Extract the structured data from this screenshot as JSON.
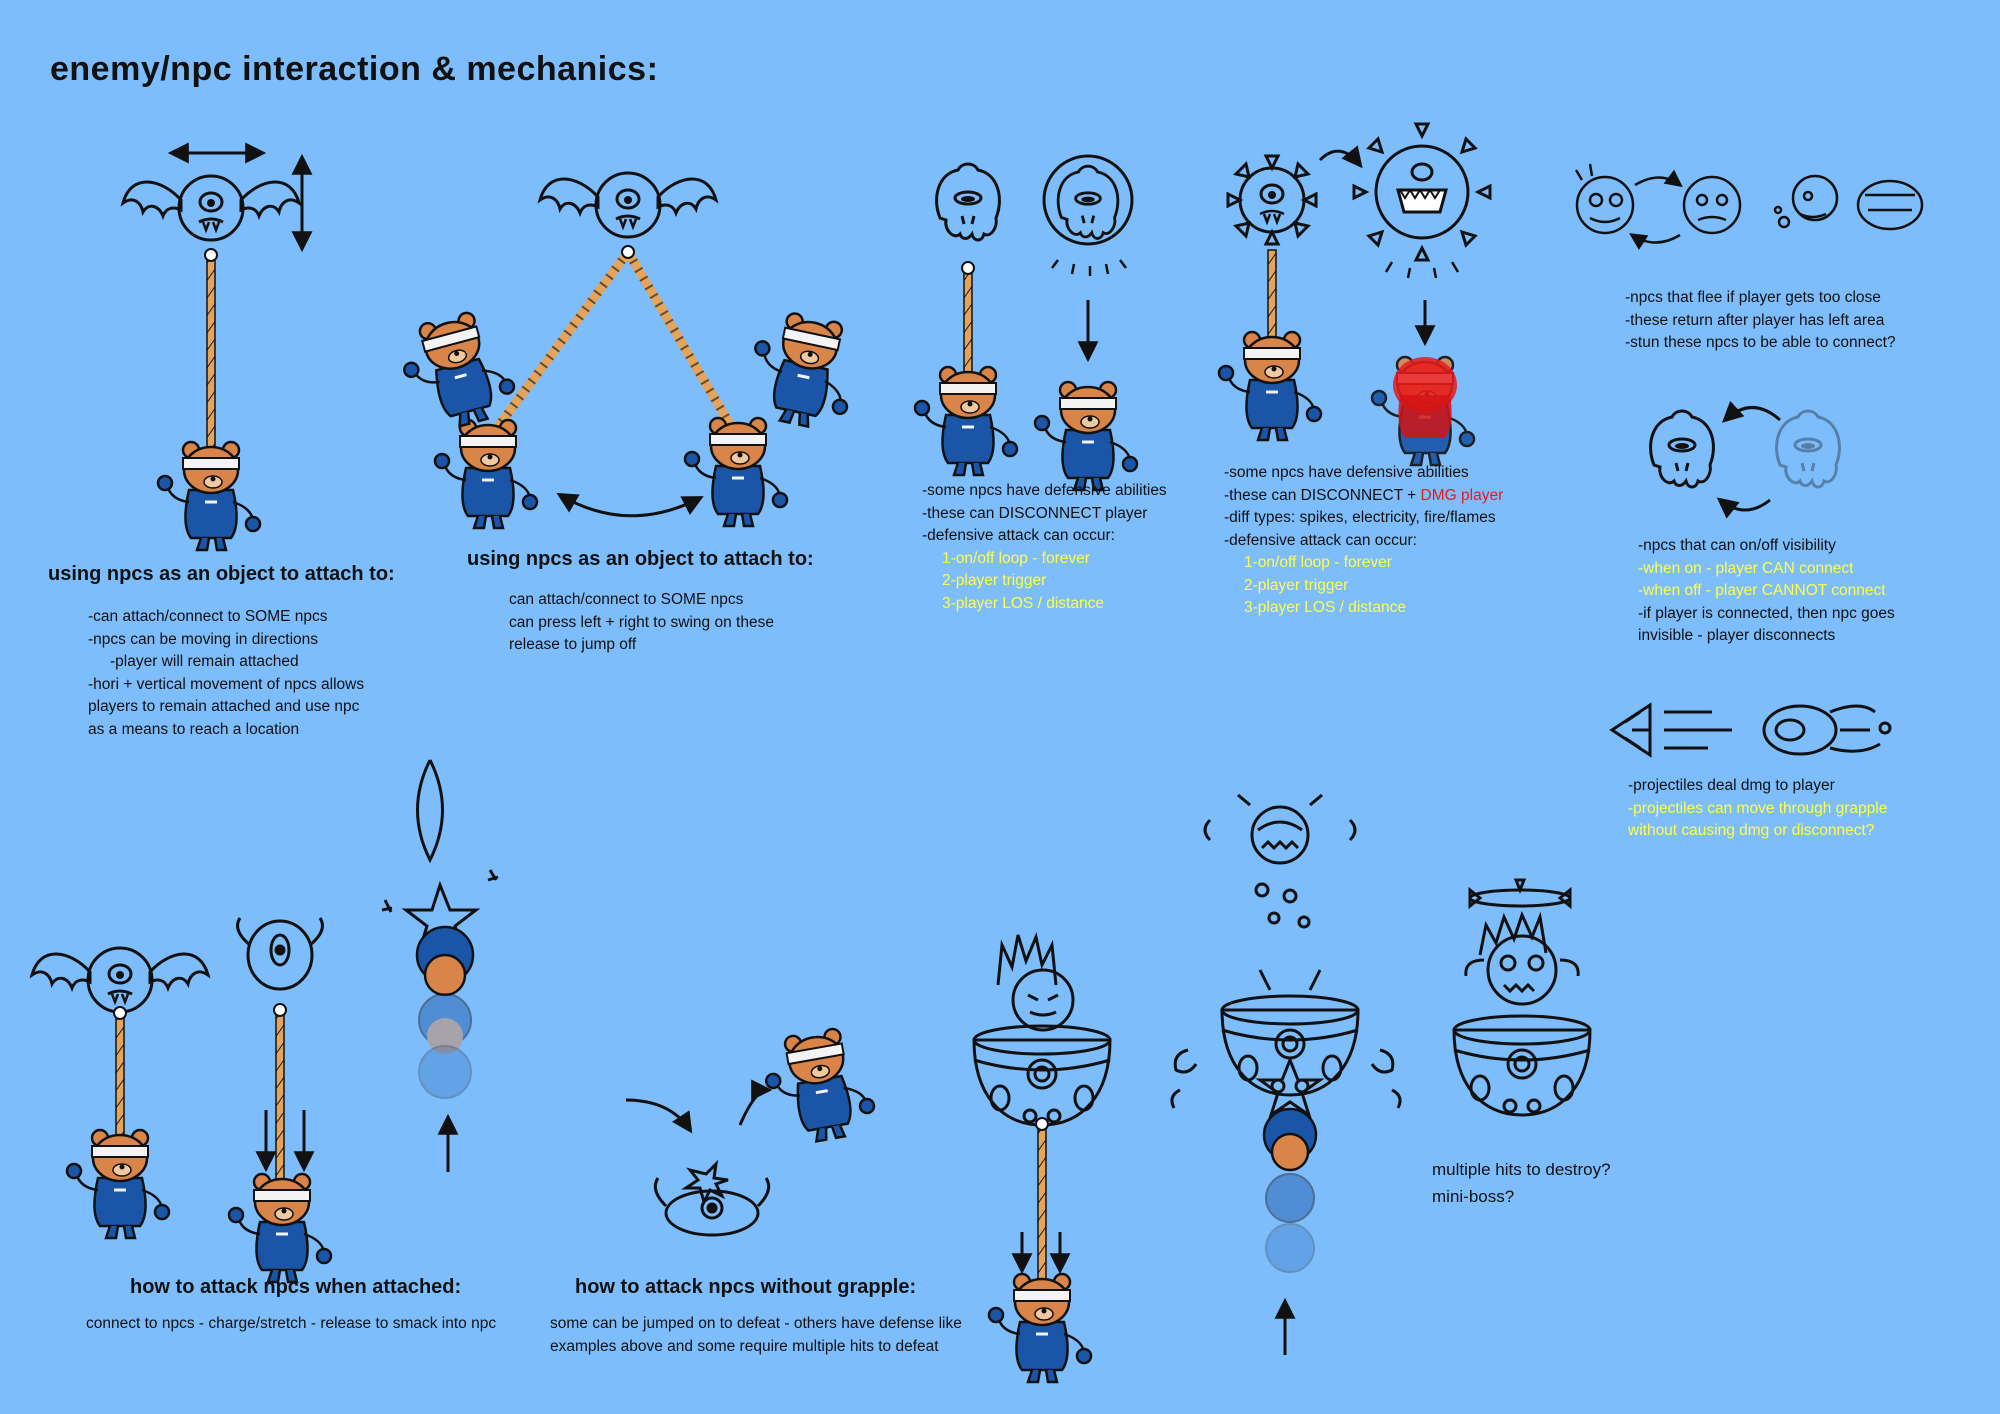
{
  "title": "enemy/npc interaction & mechanics:",
  "panels": {
    "attach1": {
      "heading": "using npcs as an object to attach to:",
      "lines": [
        "-can attach/connect to SOME npcs",
        "-npcs can be moving in directions",
        "-player will remain attached",
        "-hori + vertical movement of npcs allows",
        "players to remain attached and use npc",
        "as a means to reach a location"
      ]
    },
    "attach2": {
      "heading": "using npcs as an object to attach to:",
      "lines": [
        "can attach/connect to SOME npcs",
        "can press left + right to swing on these",
        "release to jump off"
      ]
    },
    "defensive1": {
      "lines": [
        "-some npcs have defensive abilities",
        "-these can DISCONNECT player",
        "-defensive attack can occur:"
      ],
      "yellow_lines": [
        "1-on/off loop - forever",
        "2-player trigger",
        "3-player LOS / distance"
      ]
    },
    "defensive2": {
      "lines_before": [
        "-some npcs have defensive abilities"
      ],
      "dmg_prefix": "-these can DISCONNECT + ",
      "dmg_highlight": "DMG player",
      "lines_after": [
        "-diff types: spikes, electricity, fire/flames",
        "-defensive attack can occur:"
      ],
      "yellow_lines": [
        "1-on/off loop - forever",
        "2-player trigger",
        "3-player LOS / distance"
      ]
    },
    "flee": {
      "lines": [
        "-npcs that flee if player gets too close",
        "-these return after player has left area",
        "-stun these npcs to be able to connect?"
      ]
    },
    "visibility": {
      "line1": "-npcs that can on/off visibility",
      "yellow_lines": [
        "-when on - player CAN connect",
        "-when off - player CANNOT connect"
      ],
      "lines_after": [
        "-if player is connected, then npc goes",
        "invisible - player disconnects"
      ]
    },
    "projectiles": {
      "line1": "-projectiles deal dmg to player",
      "yellow_lines": [
        "-projectiles can move through grapple",
        "without causing dmg or disconnect?"
      ]
    },
    "attack_attached": {
      "heading": "how to attack npcs when attached:",
      "line": "connect to npcs - charge/stretch - release to smack into npc"
    },
    "attack_without": {
      "heading": "how to attack npcs without grapple:",
      "lines": [
        "some can be jumped on to defeat - others have defense like",
        "examples above and some require multiple hits to defeat"
      ]
    },
    "miniboss": {
      "lines": [
        "multiple hits to destroy?",
        "mini-boss?"
      ]
    }
  },
  "colors": {
    "background": "#7dbdfc",
    "highlight_yellow": "#ffff44",
    "highlight_red": "#e81a1a",
    "player_body": "#1a55a8",
    "player_fur": "#d9854a",
    "rope": "#e5a45a"
  }
}
